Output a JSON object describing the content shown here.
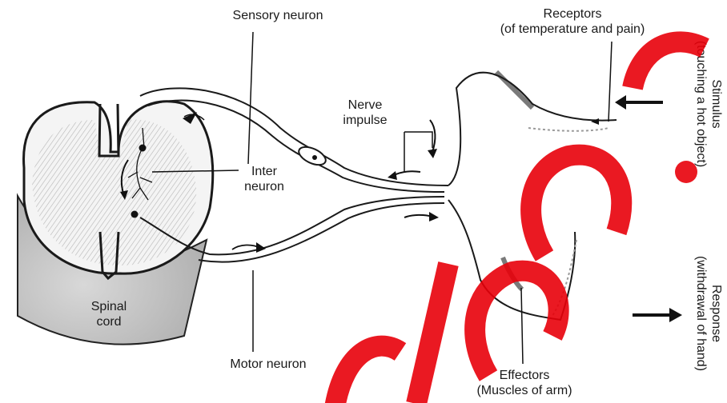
{
  "labels": {
    "sensory_neuron": "Sensory neuron",
    "receptors_line1": "Receptors",
    "receptors_line2": "(of temperature and pain)",
    "stimulus_line1": "Stimulus",
    "stimulus_line2": "(touching a hot object)",
    "nerve_impulse_line1": "Nerve",
    "nerve_impulse_line2": "impulse",
    "inter_neuron_line1": "Inter",
    "inter_neuron_line2": "neuron",
    "spinal_cord_line1": "Spinal",
    "spinal_cord_line2": "cord",
    "motor_neuron": "Motor neuron",
    "effectors_line1": "Effectors",
    "effectors_line2": "(Muscles of arm)",
    "response_line1": "Response",
    "response_line2": "(withdrawal of hand)"
  },
  "colors": {
    "ink": "#1a1a1a",
    "cord_shade": "#bdbdbd",
    "watermark": "#e8000a"
  }
}
